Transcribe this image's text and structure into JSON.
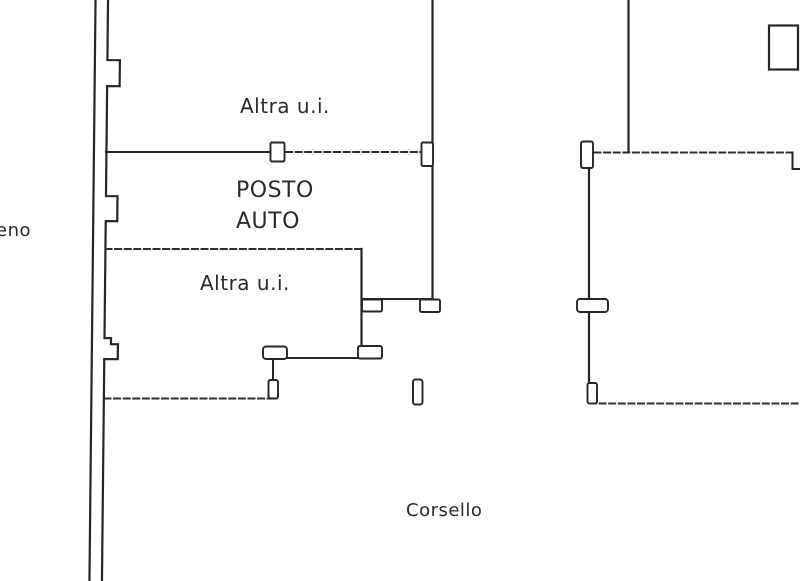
{
  "plan": {
    "labels": {
      "altra_ui_top": "Altra u.i.",
      "posto_line1": "POSTO",
      "posto_line2": "AUTO",
      "altra_ui_left": "Altra u.i.",
      "corsello": "Corsello",
      "edge_left_partial": "eno"
    },
    "colors": {
      "ink": "#262626",
      "paper": "#ffffff"
    }
  }
}
